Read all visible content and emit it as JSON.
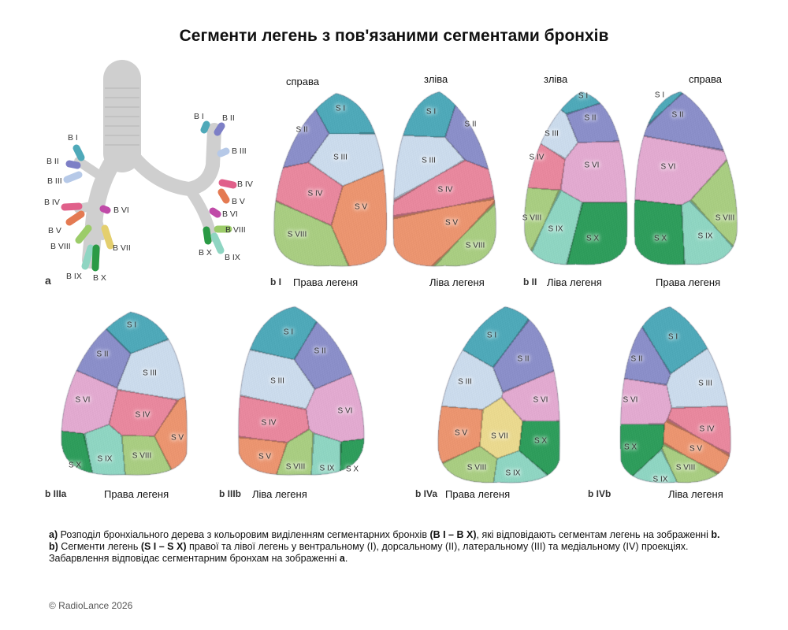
{
  "title": "Сегменти легень з пов'язаними сегментами бронхів",
  "panel_a": {
    "label": "a",
    "bronchi_right": [
      "B I",
      "B II",
      "B III",
      "B IV",
      "B V",
      "B VIII",
      "B IX",
      "B X",
      "B VI",
      "B VII"
    ],
    "bronchi_left": [
      "B I",
      "B II",
      "B III",
      "B IV",
      "B V",
      "B VI",
      "B VIII",
      "B X",
      "B IX"
    ]
  },
  "views": {
    "right_side": "справа",
    "left_side": "зліва",
    "left_side_2": "зліва",
    "right_side_2": "справа"
  },
  "panel_labels": {
    "bI": "b I",
    "bII": "b II",
    "bIIIa": "b IIIa",
    "bIIIb": "b IIIb",
    "bIVa": "b IVa",
    "bIVb": "b IVb"
  },
  "lung_captions": {
    "bI_right": "Права легеня",
    "bI_left": "Ліва легеня",
    "bII_left": "Ліва легеня",
    "bII_right": "Права легеня",
    "bIIIa": "Права легеня",
    "bIIIb": "Ліва легеня",
    "bIVa": "Права легеня",
    "bIVb": "Ліва легеня"
  },
  "segment_colors": {
    "S I": "#4fa9b9",
    "S II": "#8b8fc9",
    "S III": "#cbdbec",
    "S IV": "#e8889e",
    "S V": "#eb9570",
    "S VI": "#e2aad0",
    "S VII": "#ead98f",
    "S VIII": "#a9cd82",
    "S IX": "#8fd5c2",
    "S X": "#2f9d5c"
  },
  "lungs": [
    {
      "segments": [
        "S I",
        "S II",
        "S III",
        "S IV",
        "S V",
        "S VIII"
      ]
    },
    {
      "segments": [
        "S I",
        "S II",
        "S III",
        "S IV",
        "S V",
        "S VIII"
      ]
    },
    {
      "segments": [
        "S I",
        "S II",
        "S III",
        "S IV",
        "S VI",
        "S VIII",
        "S IX",
        "S X"
      ]
    },
    {
      "segments": [
        "S I",
        "S II",
        "S VI",
        "S VIII",
        "S IX",
        "S X"
      ]
    },
    {
      "segments": [
        "S I",
        "S II",
        "S III",
        "S VI",
        "S IV",
        "S V",
        "S IX",
        "S VIII",
        "S X"
      ]
    },
    {
      "segments": [
        "S I",
        "S II",
        "S III",
        "S VI",
        "S IV",
        "S V",
        "S VIII",
        "S IX",
        "S X"
      ]
    },
    {
      "segments": [
        "S I",
        "S II",
        "S III",
        "S VI",
        "S V",
        "S VII",
        "S X",
        "S VIII",
        "S IX"
      ]
    },
    {
      "segments": [
        "S I",
        "S II",
        "S III",
        "S VI",
        "S IV",
        "S X",
        "S V",
        "S VIII",
        "S IX"
      ]
    }
  ],
  "caption": {
    "a_label": "a)",
    "a_text": " Розподіл бронхіального дерева з кольоровим виділенням сегментарних бронхів ",
    "a_bold": "(B I – B X)",
    "a_text2": ", які відповідають сегментам легень на зображенні ",
    "a_ref": "b.",
    "b_label": "b)",
    "b_text": " Сегменти легень ",
    "b_bold": "(S I – S X)",
    "b_text2": " правої та лівої легень у вентральному (I), дорсальному (II), латеральному (III) та медіальному (IV) проекціях. Забарвлення відповідає сегментарним бронхам на зображенні ",
    "b_ref": "a",
    "b_end": "."
  },
  "footer": "©  RadioLance 2026"
}
